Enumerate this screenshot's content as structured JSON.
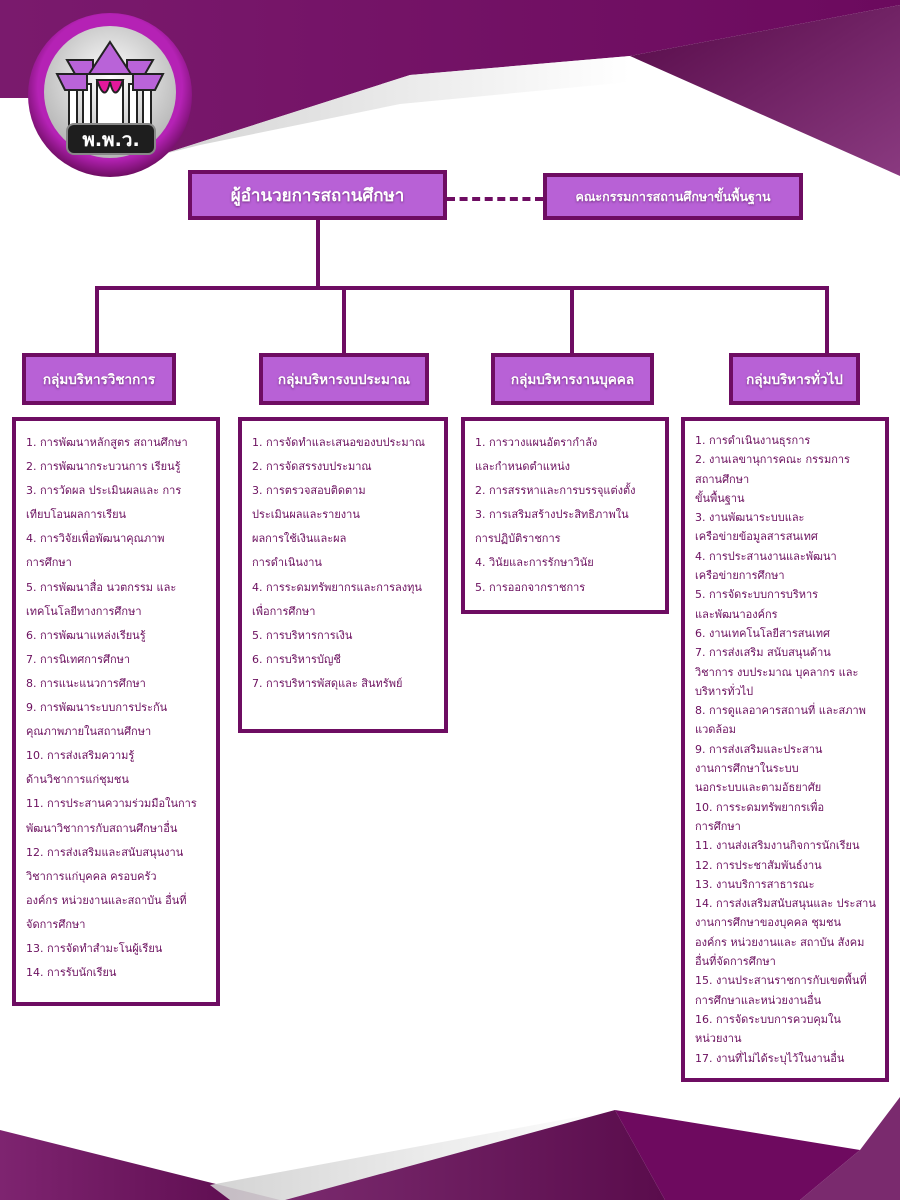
{
  "logo": {
    "label": "พ.พ.ว.",
    "icon": "thai-temple-roof-icon"
  },
  "colors": {
    "primary": "#6e0d62",
    "box_fill": "#b861d6",
    "text_dark": "#6b0f5e",
    "white": "#ffffff"
  },
  "director": {
    "label": "ผู้อำนวยการสถานศึกษา"
  },
  "committee": {
    "label": "คณะกรรมการสถานศึกษาขั้นพื้นฐาน"
  },
  "groups": [
    {
      "title": "กลุ่มบริหารวิชาการ",
      "lines": [
        "1. การพัฒนาหลักสูตร สถานศึกษา",
        "2. การพัฒนากระบวนการ เรียนรู้",
        "3. การวัดผล ประเมินผลและ การ",
        "เทียบโอนผลการเรียน",
        "4. การวิจัยเพื่อพัฒนาคุณภาพ",
        "การศึกษา",
        "5. การพัฒนาสื่อ นวตกรรม และ",
        "เทคโนโลยีทางการศึกษา",
        "6. การพัฒนาแหล่งเรียนรู้",
        "7. การนิเทศการศึกษา",
        "8. การแนะแนวการศึกษา",
        "9. การพัฒนาระบบการประกัน",
        "คุณภาพภายในสถานศึกษา",
        "10. การส่งเสริมความรู้",
        "ด้านวิชาการแก่ชุมชน",
        "11. การประสานความร่วมมือในการ",
        "พัฒนาวิชาการกับสถานศึกษาอื่น",
        "12. การส่งเสริมและสนับสนุนงาน",
        "วิชาการแก่บุคคล ครอบครัว",
        "องค์กร หน่วยงานและสถาบัน อื่นที่",
        "จัดการศึกษา",
        "13. การจัดทำสำมะโนผู้เรียน",
        "14. การรับนักเรียน"
      ]
    },
    {
      "title": "กลุ่มบริหารงบประมาณ",
      "lines": [
        "1. การจัดทำและเสนอของบประมาณ",
        "2. การจัดสรรงบประมาณ",
        "3. การตรวจสอบติดตาม",
        "ประเมินผลและรายงาน",
        "ผลการใช้เงินและผล",
        "การดำเนินงาน",
        "4. การระดมทรัพยากรและการลงทุน",
        "เพื่อการศึกษา",
        "5. การบริหารการเงิน",
        "6. การบริหารบัญชี",
        "7. การบริหารพัสดุและ สินทรัพย์"
      ]
    },
    {
      "title": "กลุ่มบริหารงานบุคคล",
      "lines": [
        "1. การวางแผนอัตรากำลัง",
        "และกำหนดตำแหน่ง",
        "2. การสรรหาและการบรรจุแต่งตั้ง",
        "3. การเสริมสร้างประสิทธิภาพใน",
        "การปฏิบัติราชการ",
        "4. วินัยและการรักษาวินัย",
        "5. การออกจากราชการ"
      ]
    },
    {
      "title": "กลุ่มบริหารทั่วไป",
      "lines": [
        "1. การดำเนินงานธุรการ",
        "2. งานเลขานุการคณะ กรรมการ",
        "สถานศึกษา",
        "ขั้นพื้นฐาน",
        "3. งานพัฒนาระบบและ",
        "เครือข่ายข้อมูลสารสนเทศ",
        "4. การประสานงานและพัฒนา",
        "เครือข่ายการศึกษา",
        "5. การจัดระบบการบริหาร",
        "และพัฒนาองค์กร",
        "6. งานเทคโนโลยีสารสนเทศ",
        "7. การส่งเสริม สนับสนุนด้าน",
        "วิชาการ งบประมาณ บุคลากร และ",
        "บริหารทั่วไป",
        "8. การดูแลอาคารสถานที่ และสภาพ",
        "แวดล้อม",
        "9. การส่งเสริมและประสาน",
        "งานการศึกษาในระบบ",
        "นอกระบบและตามอัธยาศัย",
        "10. การระดมทรัพยากรเพื่อ",
        "การศึกษา",
        "11. งานส่งเสริมงานกิจการนักเรียน",
        "12. การประชาสัมพันธ์งาน",
        "13. งานบริการสาธารณะ",
        "14. การส่งเสริมสนับสนุนและ ประสาน",
        "งานการศึกษาของบุคคล ชุมชน",
        "องค์กร หน่วยงานและ สถาบัน สังคม",
        "อื่นที่จัดการศึกษา",
        "15. งานประสานราชการกับเขตพื้นที่",
        "การศึกษาและหน่วยงานอื่น",
        "16. การจัดระบบการควบคุมใน",
        "หน่วยงาน",
        "17. งานที่ไม่ได้ระบุไว้ในงานอื่น"
      ]
    }
  ]
}
